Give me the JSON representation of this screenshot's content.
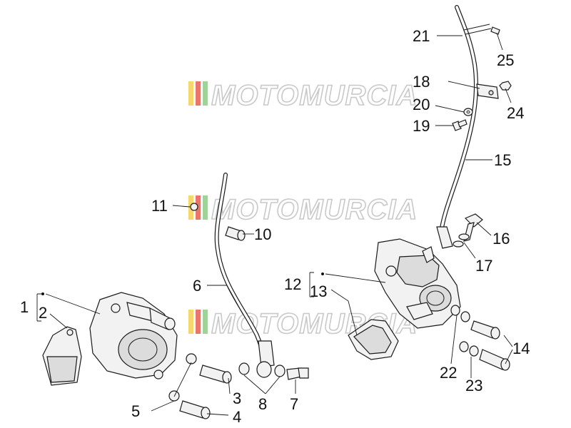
{
  "watermark": {
    "text": "MOTOMURCIA",
    "stripe_colors": [
      "#f5d76e",
      "#e8776b",
      "#9fd39a"
    ]
  },
  "callouts": [
    "1",
    "2",
    "3",
    "4",
    "5",
    "6",
    "7",
    "8",
    "10",
    "11",
    "12",
    "13",
    "14",
    "15",
    "16",
    "17",
    "18",
    "19",
    "20",
    "21",
    "22",
    "23",
    "24",
    "25"
  ]
}
